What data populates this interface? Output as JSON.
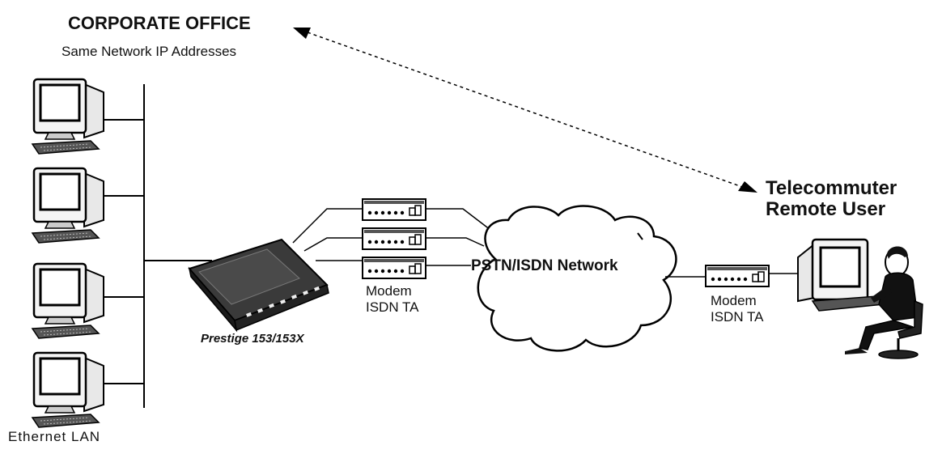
{
  "corporate": {
    "title": "CORPORATE OFFICE",
    "subtitle": "Same Network IP Addresses",
    "lan_label": "Ethernet LAN"
  },
  "router": {
    "label": "Prestige 153/153X"
  },
  "modem_bank": {
    "label_line1": "Modem",
    "label_line2": "ISDN TA"
  },
  "network": {
    "label": "PSTN/ISDN Network"
  },
  "remote": {
    "title_line1": "Telecommuter",
    "title_line2": "Remote User",
    "modem_line1": "Modem",
    "modem_line2": "ISDN TA"
  },
  "icons": {
    "workstations": [
      "computer-icon",
      "computer-icon",
      "computer-icon",
      "computer-icon"
    ],
    "router": "router-icon",
    "modems": [
      "modem-icon",
      "modem-icon",
      "modem-icon",
      "modem-icon"
    ],
    "cloud": "cloud-icon",
    "user": "seated-user-icon"
  }
}
